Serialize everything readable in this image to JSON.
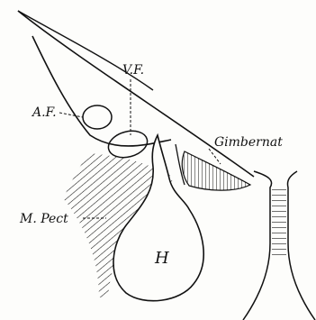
{
  "labels": {
    "vein": "V.F.",
    "artery": "A.F.",
    "gimbernat": "Gimbernat",
    "pectineus": "M. Pect",
    "hernia": "H"
  },
  "colors": {
    "ink": "#111111",
    "paper": "#fdfdfb"
  }
}
